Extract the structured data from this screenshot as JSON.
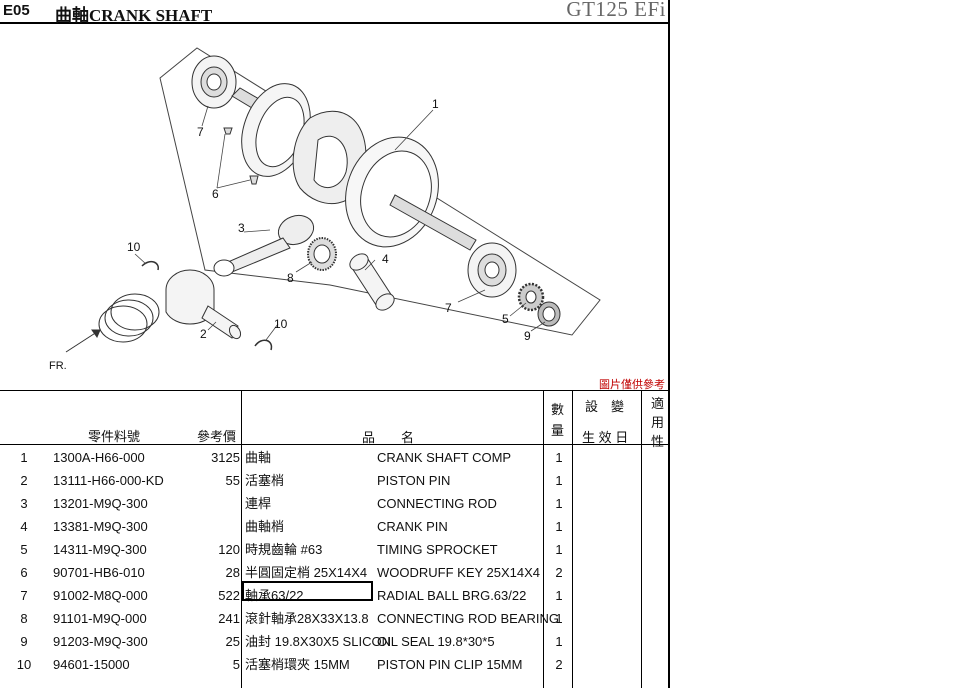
{
  "header": {
    "code": "E05",
    "title": "曲軸CRANK SHAFT",
    "model": "GT125 EFi"
  },
  "diagram": {
    "callouts": [
      "1",
      "2",
      "3",
      "4",
      "5",
      "6",
      "7",
      "7",
      "8",
      "9",
      "10",
      "10"
    ],
    "front_label": "FR."
  },
  "note": "圖片僅供參考",
  "table": {
    "headers": {
      "part_no": "零件料號",
      "price": "參考價",
      "name": "品　　名",
      "qty": [
        "數",
        "量"
      ],
      "change": [
        "設　變",
        "生 效 日"
      ],
      "applic": [
        "適",
        "用",
        "性"
      ]
    },
    "rows": [
      {
        "no": "1",
        "part": "1300A-H66-000",
        "price": "3125",
        "cn": "曲軸",
        "en": "CRANK SHAFT COMP",
        "qty": "1"
      },
      {
        "no": "2",
        "part": "13111-H66-000-KD",
        "price": "55",
        "cn": "活塞梢",
        "en": "PISTON PIN",
        "qty": "1"
      },
      {
        "no": "3",
        "part": "13201-M9Q-300",
        "price": "",
        "cn": "連桿",
        "en": "CONNECTING ROD",
        "qty": "1"
      },
      {
        "no": "4",
        "part": "13381-M9Q-300",
        "price": "",
        "cn": "曲軸梢",
        "en": "CRANK PIN",
        "qty": "1"
      },
      {
        "no": "5",
        "part": "14311-M9Q-300",
        "price": "120",
        "cn": "時規齒輪 #63",
        "en": "TIMING SPROCKET",
        "qty": "1"
      },
      {
        "no": "6",
        "part": "90701-HB6-010",
        "price": "28",
        "cn": "半圓固定梢 25X14X4",
        "en": "WOODRUFF KEY 25X14X4",
        "qty": "2"
      },
      {
        "no": "7",
        "part": "91002-M8Q-000",
        "price": "522",
        "cn": "軸承63/22",
        "en": "RADIAL BALL BRG.63/22",
        "qty": "1"
      },
      {
        "no": "8",
        "part": "91101-M9Q-000",
        "price": "241",
        "cn": "滾針軸承28X33X13.8",
        "en": "CONNECTING ROD BEARING",
        "qty": "1"
      },
      {
        "no": "9",
        "part": "91203-M9Q-300",
        "price": "25",
        "cn": "油封 19.8X30X5 SLICON",
        "en": "OIL SEAL 19.8*30*5",
        "qty": "1"
      },
      {
        "no": "10",
        "part": "94601-15000",
        "price": "5",
        "cn": "活塞梢環夾 15MM",
        "en": "PISTON PIN CLIP 15MM",
        "qty": "2"
      }
    ]
  }
}
